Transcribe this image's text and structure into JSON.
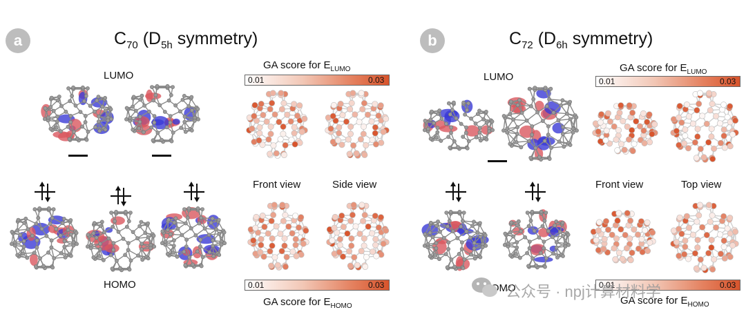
{
  "panel_a": {
    "badge": "a",
    "title_prefix": "C",
    "title_sub": "70",
    "title_paren_open": " (D",
    "title_sym_sub": "5h",
    "title_suffix": " symmetry)",
    "lumo_label": "LUMO",
    "homo_label": "HOMO",
    "front_view": "Front view",
    "side_view": "Side view",
    "cbar_lumo": {
      "label_prefix": "GA score for E",
      "label_sub": "LUMO",
      "min": "0.01",
      "max": "0.03"
    },
    "cbar_homo": {
      "label_prefix": "GA score for E",
      "label_sub": "HOMO",
      "min": "0.01",
      "max": "0.03"
    }
  },
  "panel_b": {
    "badge": "b",
    "title_prefix": "C",
    "title_sub": "72",
    "title_paren_open": " (D",
    "title_sym_sub": "6h",
    "title_suffix": " symmetry)",
    "lumo_label": "LUMO",
    "homo_label": "HOMO",
    "front_view": "Front view",
    "top_view": "Top view",
    "cbar_lumo": {
      "label_prefix": "GA score for E",
      "label_sub": "LUMO",
      "min": "0.01",
      "max": "0.03"
    },
    "cbar_homo": {
      "label_prefix": "GA score for E",
      "label_sub": "HOMO",
      "min": "0.01",
      "max": "0.03"
    }
  },
  "watermark": "公众号 · npj计算材料学",
  "colors": {
    "positive_lobe": "#d9575f",
    "negative_lobe": "#3b3bd6",
    "cage": "#8a8a8a",
    "score_high": "#d8542c",
    "score_low": "#ffffff"
  }
}
